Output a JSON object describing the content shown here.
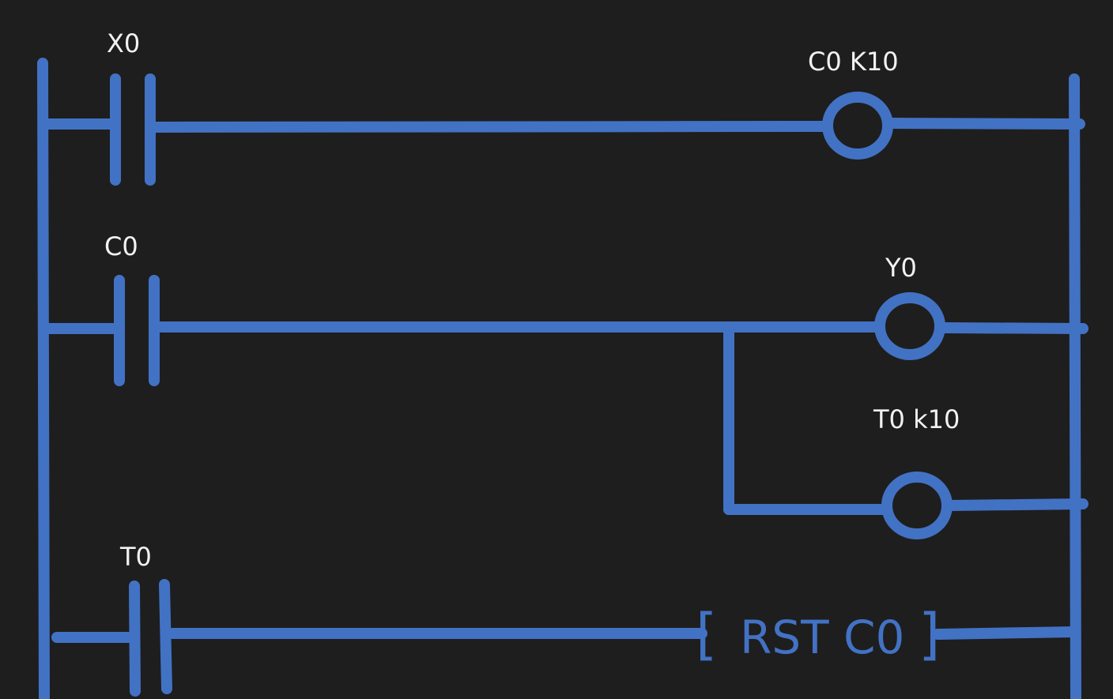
{
  "diagram": {
    "rungs": [
      {
        "contact": {
          "label": "X0"
        },
        "outputs": [
          {
            "kind": "coil",
            "label": "C0 K10"
          }
        ]
      },
      {
        "contact": {
          "label": "C0"
        },
        "outputs": [
          {
            "kind": "coil",
            "label": "Y0"
          },
          {
            "kind": "coil",
            "label": "T0 k10"
          }
        ]
      },
      {
        "contact": {
          "label": "T0"
        },
        "outputs": [
          {
            "kind": "instruction",
            "label": "RST C0",
            "open": "[",
            "close": "]"
          }
        ]
      }
    ],
    "colors": {
      "background": "#1e1e1e",
      "wire": "#4272c4",
      "label": "#f2f2f2"
    }
  }
}
